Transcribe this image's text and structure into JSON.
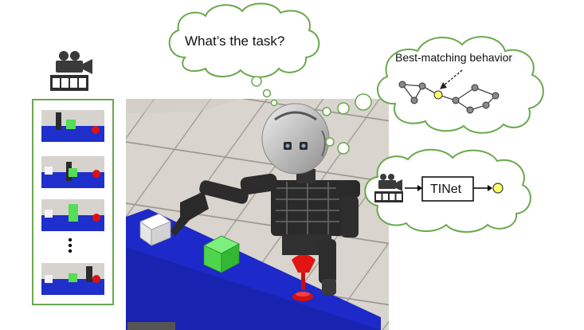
{
  "bubbles": {
    "task_question": "What’s the task?",
    "behavior_title": "Best-matching behavior",
    "network_label": "TINet"
  },
  "demonstration": {
    "frames_shown": 4,
    "ellipsis": "•\n•\n•"
  },
  "icons": [
    "movie-camera-icon",
    "film-strip-icon"
  ],
  "colors": {
    "panel_border": "#6aa84f",
    "bubble_border": "#6aa84f",
    "selected_node": "#ffff66",
    "table_blue": "#1f2fcc",
    "cube_green": "#55dd55",
    "cup_red": "#e01010"
  },
  "graph": {
    "nodes": 9,
    "selected_node_index": 3
  }
}
